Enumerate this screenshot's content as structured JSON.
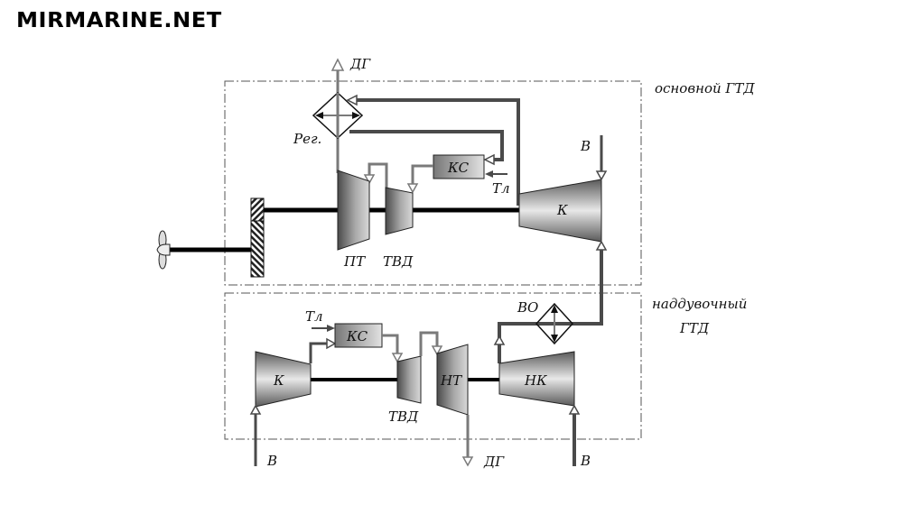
{
  "logo": "MIRMARINE.NET",
  "main_engine": {
    "caption": "основной  ГТД",
    "regenerator_label": "Рег.",
    "exhaust_label": "ДГ",
    "combustor_label": "КС",
    "fuel_label": "Тл",
    "air_label": "В",
    "compressor_label": "К",
    "power_turbine_label": "ПТ",
    "hp_turbine_label": "ТВД"
  },
  "booster_engine": {
    "caption_line1": "наддувочный",
    "caption_line2": "ГТД",
    "intercooler_label": "ВО",
    "fuel_label": "Тл",
    "combustor_label": "КС",
    "compressor_label": "К",
    "hp_turbine_label": "ТВД",
    "lp_turbine_label": "НТ",
    "lp_compressor_label": "НК",
    "exhaust_label": "ДГ",
    "air_label_left": "В",
    "air_label_right": "В"
  },
  "colors": {
    "pipe_dark": "#4a4a4a",
    "pipe_light": "#7a7a7a",
    "shaft": "#000000",
    "frame": "#555555"
  }
}
